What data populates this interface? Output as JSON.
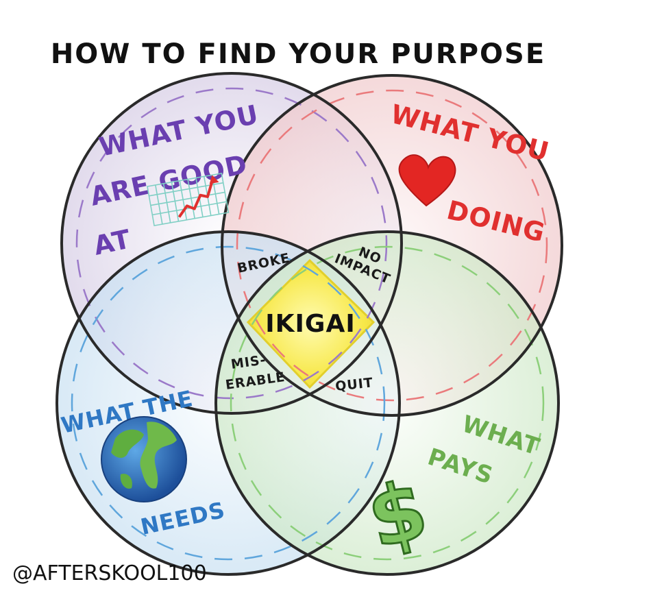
{
  "title": "HOW TO FIND YOUR PURPOSE",
  "circles": {
    "good_at": {
      "line1": "WHAT YOU",
      "line2": "ARE GOOD",
      "line3": "AT",
      "color": "#6a3fb0"
    },
    "love": {
      "line1": "WHAT YOU",
      "line2": "DOING",
      "color": "#e0302f"
    },
    "world_needs": {
      "line1": "WHAT THE",
      "line2": "NEEDS",
      "color": "#2f78c4"
    },
    "pays": {
      "line1": "WHAT",
      "line2": "PAYS",
      "color": "#6cae4f"
    }
  },
  "overlaps": {
    "broke": "BROKE",
    "no_impact_1": "NO",
    "no_impact_2": "IMPACT",
    "miserable_1": "MIS-",
    "miserable_2": "ERABLE",
    "quit": "QUIT"
  },
  "center": "IKIGAI",
  "icons": {
    "chart": "growth-chart-icon",
    "heart": "heart-icon",
    "globe": "globe-icon",
    "dollar": "dollar-sign-icon"
  },
  "credit": "@AFTERSKOOL100"
}
